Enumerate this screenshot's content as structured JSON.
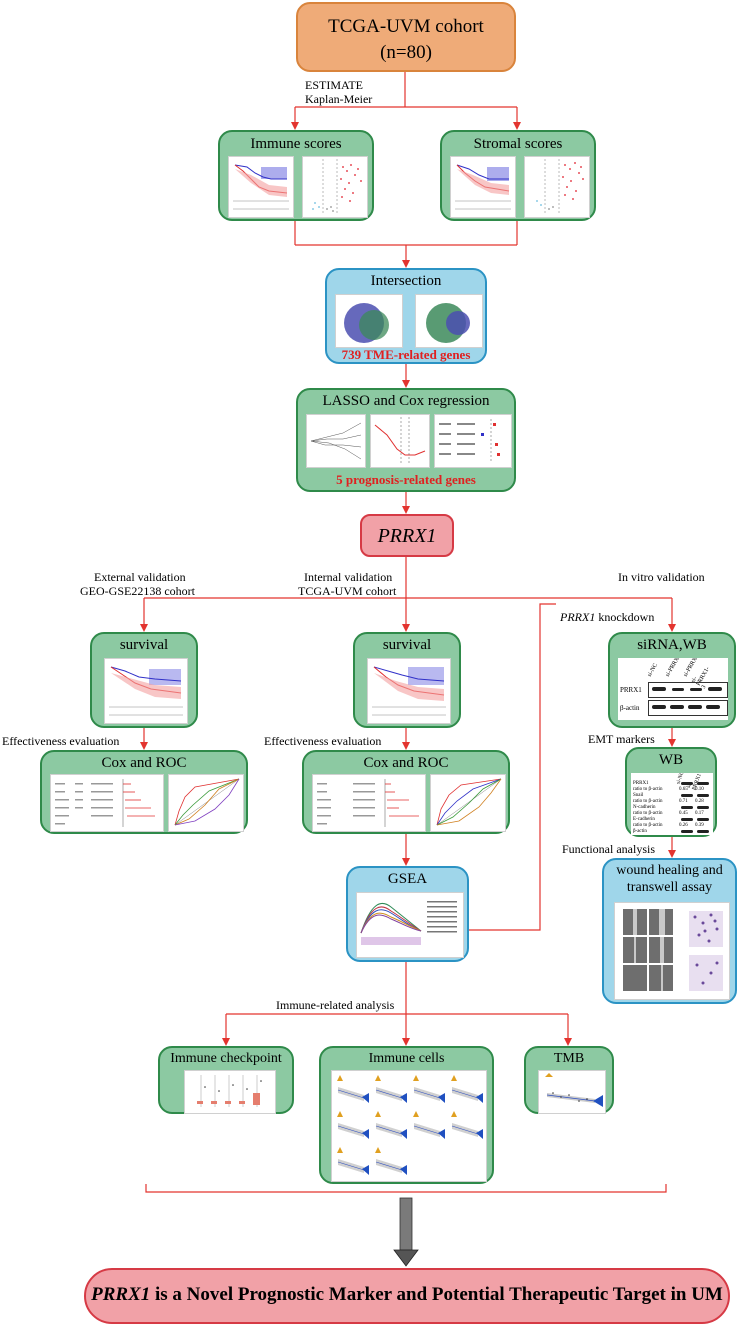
{
  "colors": {
    "arrow": "#e3342f",
    "green_fill": "#8cc9a2",
    "green_border": "#2f8a4a",
    "blue_fill": "#9fd6ea",
    "orange_fill": "#efab78",
    "pink_fill": "#f1a1a7"
  },
  "top": {
    "title": "TCGA-UVM cohort",
    "subtitle": "(n=80)"
  },
  "labels": {
    "estimate": "ESTIMATE",
    "km": "Kaplan-Meier",
    "external_line1": "External validation",
    "external_line2": "GEO-GSE22138 cohort",
    "internal_line1": "Internal validation",
    "internal_line2": "TCGA-UVM cohort",
    "invitro": "In vitro validation",
    "knockdown_gene": "PRRX1",
    "knockdown_rest": " knockdown",
    "eff_left": "Effectiveness evaluation",
    "eff_mid": "Effectiveness evaluation",
    "emt": "EMT markers",
    "functional": "Functional analysis",
    "immune_related": "Immune-related analysis"
  },
  "boxes": {
    "immune_scores": "Immune scores",
    "stromal_scores": "Stromal scores",
    "intersection": "Intersection",
    "tme_genes": "739 TME-related genes",
    "lasso": "LASSO and Cox regression",
    "prognosis_genes": "5 prognosis-related genes",
    "prrx1": "PRRX1",
    "survival_left": "survival",
    "survival_mid": "survival",
    "cox_left": "Cox and ROC",
    "cox_mid": "Cox and ROC",
    "gsea": "GSEA",
    "sirna": "siRNA,WB",
    "wb": "WB",
    "wound_line1": "wound healing and",
    "wound_line2": "transwell assay",
    "immune_checkpoint": "Immune checkpoint",
    "immune_cells": "Immune cells",
    "tmb": "TMB"
  },
  "conclusion": {
    "gene": "PRRX1",
    "rest": " is a Novel Prognostic Marker and Potential Therapeutic Target in UM"
  },
  "wb_sirna": {
    "lanes": [
      "si-NC",
      "si-PRRX1-1",
      "si-PRRX1-2",
      "si-PRRX1-3"
    ],
    "rows": [
      "PRRX1",
      "β-actin"
    ]
  },
  "wb_emt": {
    "lanes": [
      "si-NC",
      "si-PRRX1"
    ],
    "rows": [
      {
        "name": "PRRX1",
        "type": "band"
      },
      {
        "name": "ratio to β-actin",
        "v1": "0.65",
        "v2": "0.10"
      },
      {
        "name": "Snail",
        "type": "band"
      },
      {
        "name": "ratio to β-actin",
        "v1": "0.71",
        "v2": "0.28"
      },
      {
        "name": "N-cadherin",
        "type": "band"
      },
      {
        "name": "ratio to β-actin",
        "v1": "0.45",
        "v2": "0.17"
      },
      {
        "name": "E-cadherin",
        "type": "band"
      },
      {
        "name": "ratio to β-actin",
        "v1": "0.26",
        "v2": "0.39"
      },
      {
        "name": "β-actin",
        "type": "band"
      }
    ]
  }
}
